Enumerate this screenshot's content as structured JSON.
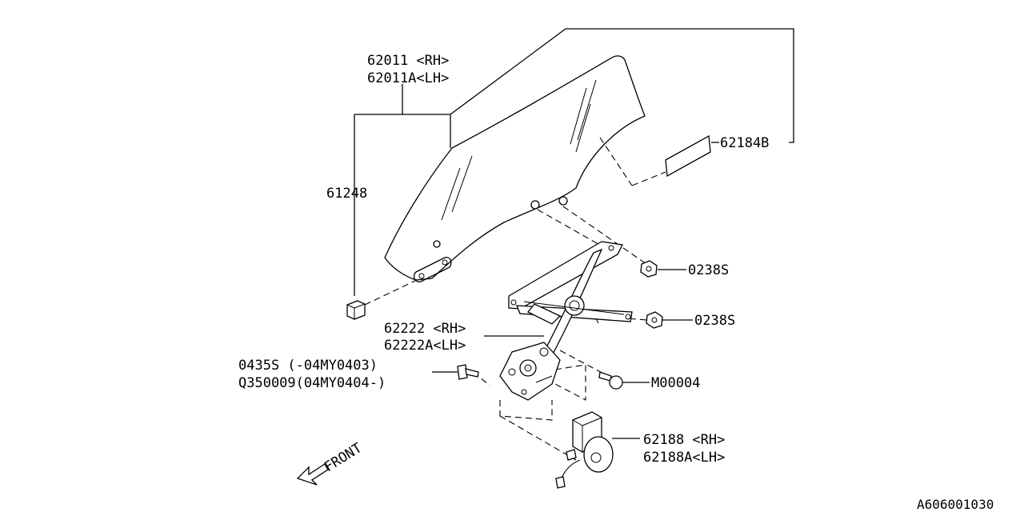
{
  "labels": {
    "glass_rh": "62011 <RH>",
    "glass_lh": "62011A<LH>",
    "clip": "61248",
    "sealer": "62184B",
    "nut_upper": "0238S",
    "nut_lower": "0238S",
    "regulator_rh": "62222 <RH>",
    "regulator_lh": "62222A<LH>",
    "bolt_a": "0435S (-04MY0403)",
    "bolt_b": "Q350009(04MY0404-)",
    "bolt_right": "M00004",
    "motor_rh": "62188 <RH>",
    "motor_lh": "62188A<LH>",
    "front": "FRONT",
    "ref": "A606001030"
  },
  "icons": {
    "front_arrow": "front-direction-arrow-icon"
  }
}
